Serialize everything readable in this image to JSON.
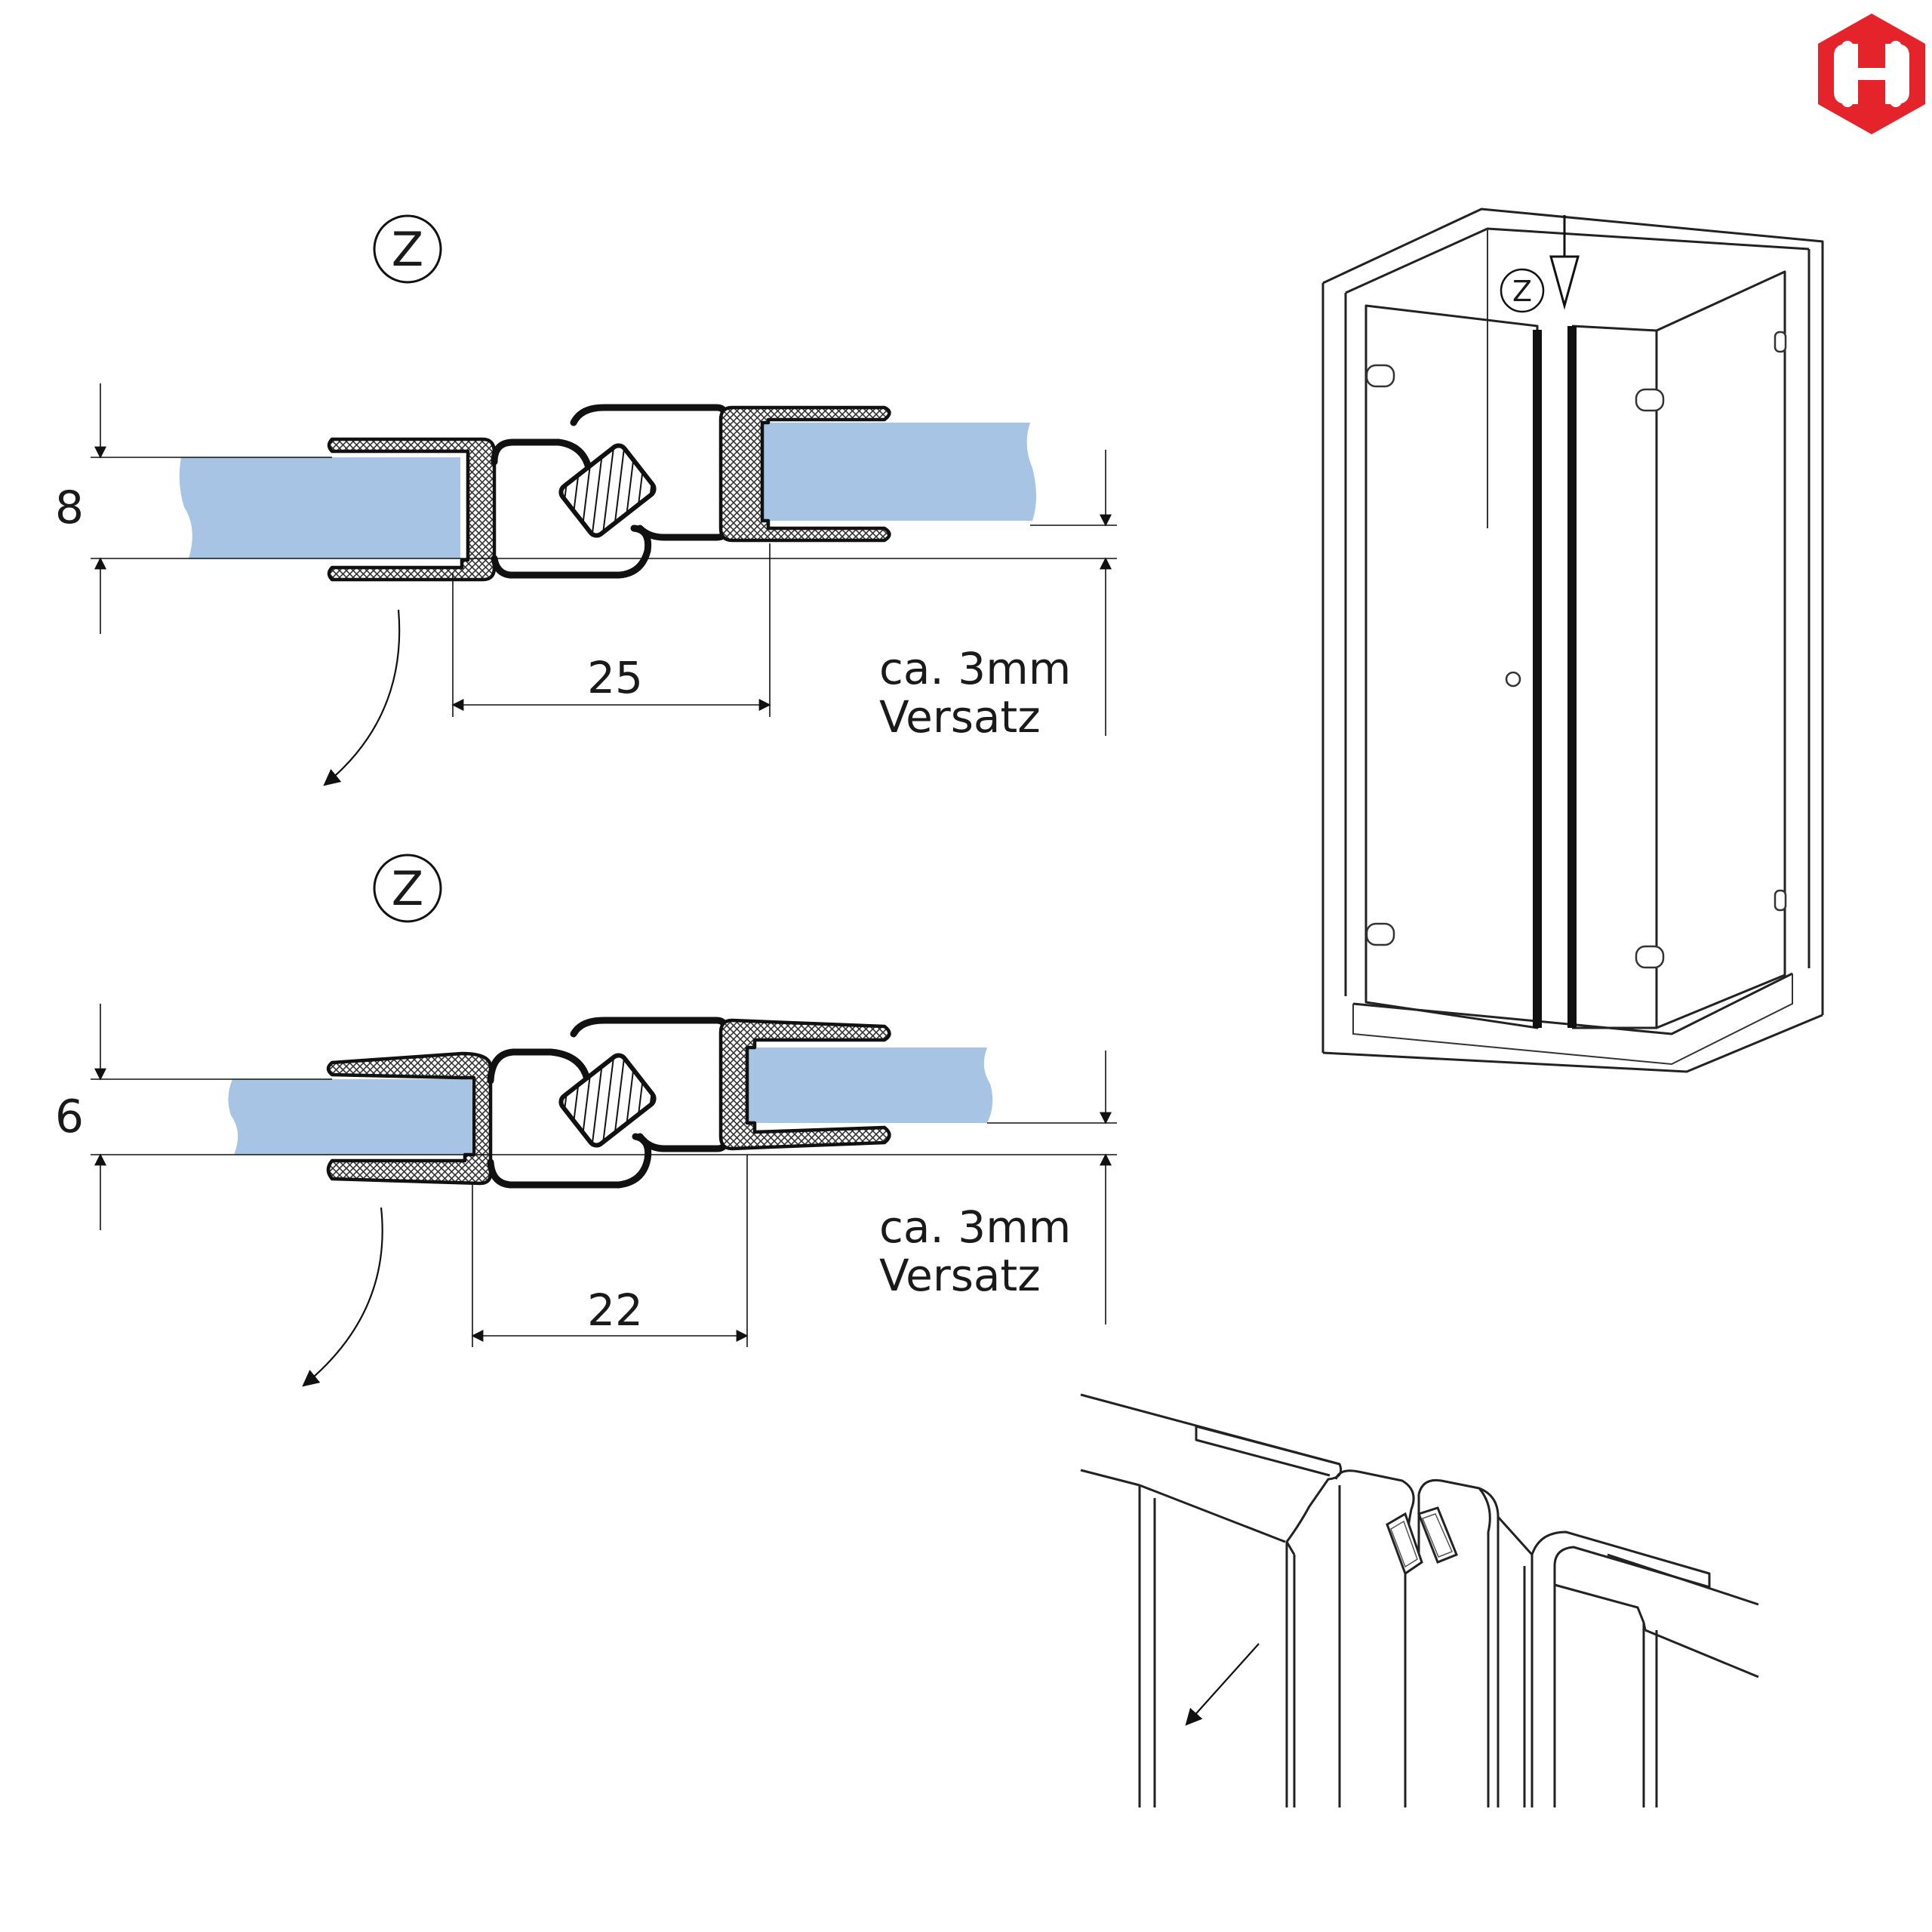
{
  "colors": {
    "glass": "#a8c4e4",
    "logo_red": "#e4232a",
    "line": "#111111"
  },
  "detail_top": {
    "callout": "Z",
    "thickness_label": "8",
    "width_label": "25",
    "offset_line1": "ca. 3mm",
    "offset_line2": "Versatz"
  },
  "detail_bottom": {
    "callout": "Z",
    "thickness_label": "6",
    "width_label": "22",
    "offset_line1": "ca. 3mm",
    "offset_line2": "Versatz"
  },
  "shower_view": {
    "callout": "Z"
  },
  "logo": {
    "icon": "hexagon-logo-icon"
  }
}
